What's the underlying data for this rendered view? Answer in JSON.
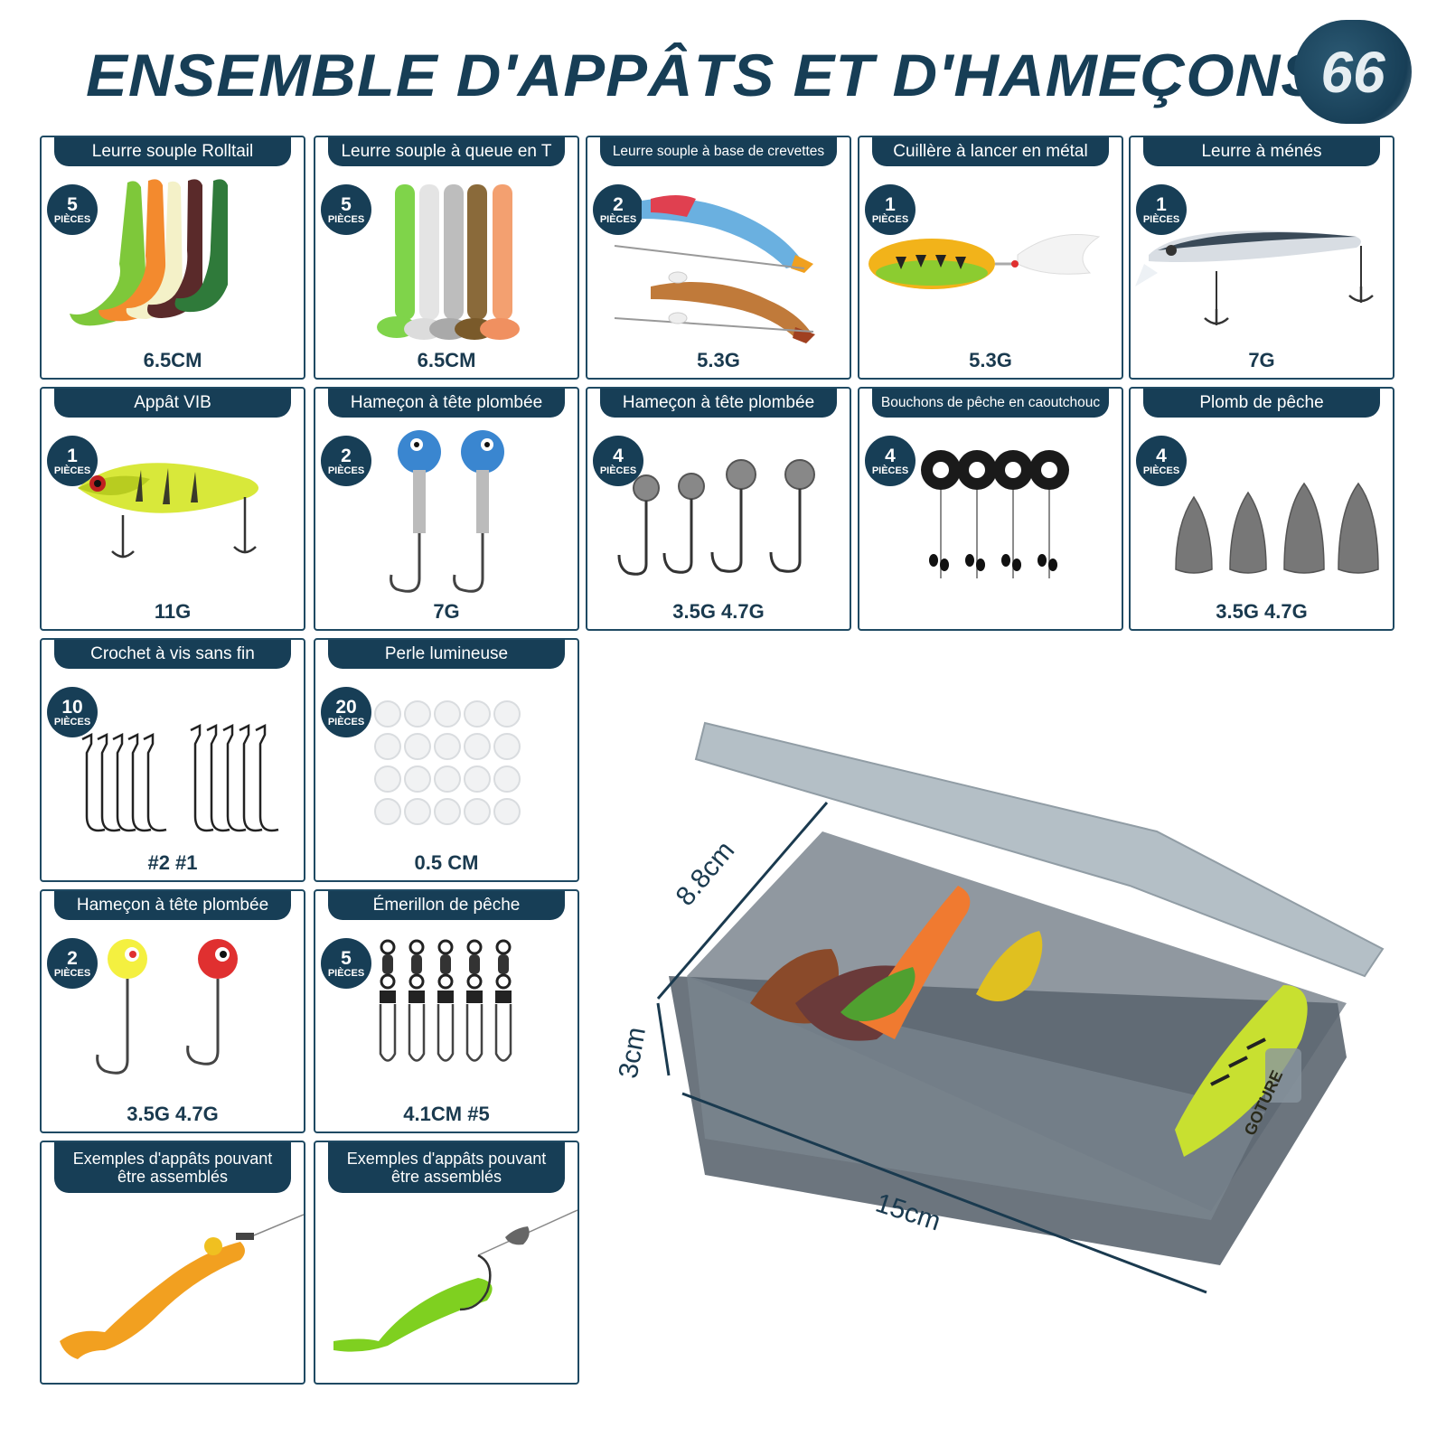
{
  "header": {
    "title": "ENSEMBLE D'APPÂTS ET D'HAMEÇONS",
    "count": "66"
  },
  "pieces_word": "PIÈCES",
  "items": [
    {
      "label": "Leurre souple Rolltail",
      "count": "5",
      "size": "6.5CM"
    },
    {
      "label": "Leurre souple à queue en T",
      "count": "5",
      "size": "6.5CM"
    },
    {
      "label": "Leurre souple à base de crevettes",
      "count": "2",
      "size": "5.3G"
    },
    {
      "label": "Cuillère à lancer en métal",
      "count": "1",
      "size": "5.3G"
    },
    {
      "label": "Leurre à ménés",
      "count": "1",
      "size": "7G"
    },
    {
      "label": "Appât VIB",
      "count": "1",
      "size": "11G"
    },
    {
      "label": "Hameçon à tête plombée",
      "count": "2",
      "size": "7G"
    },
    {
      "label": "Hameçon à tête plombée",
      "count": "4",
      "size": "3.5G  4.7G"
    },
    {
      "label": "Bouchons de pêche en caoutchouc",
      "count": "4",
      "size": ""
    },
    {
      "label": "Plomb de pêche",
      "count": "4",
      "size": "3.5G  4.7G"
    },
    {
      "label": "Crochet à vis sans fin",
      "count": "10",
      "size": "#2 #1"
    },
    {
      "label": "Perle lumineuse",
      "count": "20",
      "size": "0.5 CM"
    },
    {
      "label": "Hameçon à tête plombée",
      "count": "2",
      "size": "3.5G  4.7G"
    },
    {
      "label": "Émerillon de pêche",
      "count": "5",
      "size": "4.1CM #5"
    },
    {
      "label": "Exemples d'appâts pouvant être assemblés",
      "count": "",
      "size": ""
    },
    {
      "label": "Exemples d'appâts pouvant être assemblés",
      "count": "",
      "size": ""
    }
  ],
  "box": {
    "depth": "8.8cm",
    "height": "3cm",
    "width": "15cm",
    "brand": "GOTURE"
  }
}
